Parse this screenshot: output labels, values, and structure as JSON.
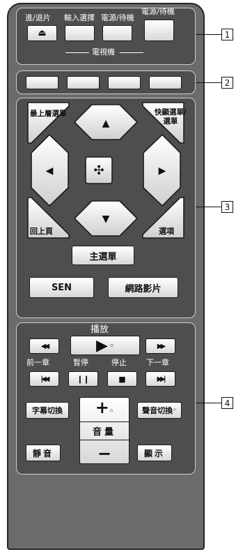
{
  "callouts": {
    "c1": "1",
    "c2": "2",
    "c3": "3",
    "c4": "4"
  },
  "section1": {
    "eject_label": "進/退片",
    "input_label": "輸入選擇",
    "tv_power_label": "電源/待機",
    "power_label": "電源/待機",
    "tv_label": "電視機",
    "eject_symbol": "⏏"
  },
  "nav": {
    "top_menu": "最上層選單",
    "popup_menu": "快顯選單/\n選單",
    "return": "回上頁",
    "options": "選項",
    "up_arrow": "▲",
    "down_arrow": "▼",
    "left_arrow": "◀",
    "right_arrow": "▶",
    "enter_symbol": "✣"
  },
  "home_label": "主選單",
  "sen_label": "SEN",
  "netvideo_label": "網路影片",
  "playback": {
    "play": "播放",
    "prev_chapter": "前一章",
    "pause": "暫停",
    "stop": "停止",
    "next_chapter": "下一章",
    "rewind_symbol": "◀◀",
    "ff_symbol": "▶▶",
    "play_symbol": "▶",
    "prev_symbol": "|◀◀",
    "pause_symbol": "❙❙",
    "stop_symbol": "■",
    "next_symbol": "▶▶|"
  },
  "bottom": {
    "subtitle": "字幕切換",
    "audio": "聲音切換",
    "mute": "靜音",
    "display": "顯示",
    "volume": "音量",
    "plus": "+",
    "minus": "−",
    "dot": "◦"
  }
}
